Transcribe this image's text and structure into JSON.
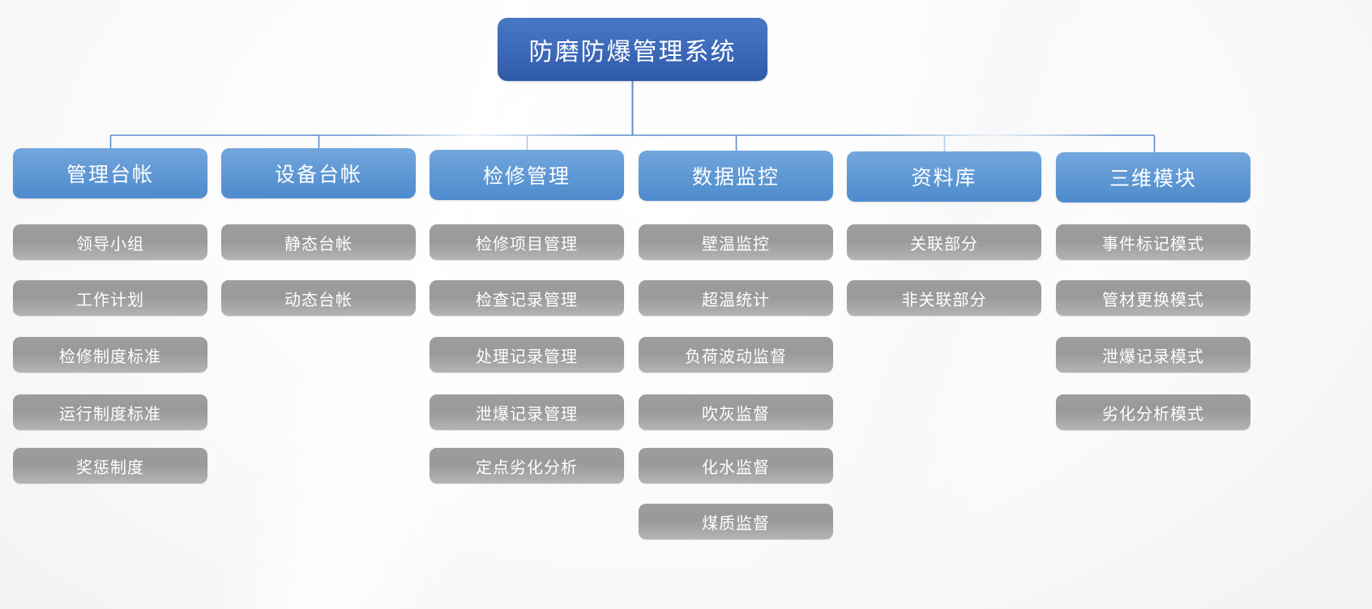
{
  "title": "防磨防爆管理系统",
  "theme": {
    "root_fill": "#3f6cbb",
    "branch_fill": "#639bd6",
    "leaf_fill": "#9f9f9f",
    "connector": "#5b8ec9",
    "text": "#ffffff",
    "background": "#f5f5f6"
  },
  "root": {
    "label": "防磨防爆管理系统"
  },
  "branches": [
    {
      "label": "管理台帐",
      "items": [
        "领导小组",
        "工作计划",
        "检修制度标准",
        "运行制度标准",
        "奖惩制度"
      ]
    },
    {
      "label": "设备台帐",
      "items": [
        "静态台帐",
        "动态台帐"
      ]
    },
    {
      "label": "检修管理",
      "items": [
        "检修项目管理",
        "检查记录管理",
        "处理记录管理",
        "泄爆记录管理",
        "定点劣化分析"
      ]
    },
    {
      "label": "数据监控",
      "items": [
        "壁温监控",
        "超温统计",
        "负荷波动监督",
        "吹灰监督",
        "化水监督",
        "煤质监督"
      ]
    },
    {
      "label": "资料库",
      "items": [
        "关联部分",
        "非关联部分"
      ]
    },
    {
      "label": "三维模块",
      "items": [
        "事件标记模式",
        "管材更换模式",
        "泄爆记录模式",
        "劣化分析模式"
      ]
    }
  ]
}
